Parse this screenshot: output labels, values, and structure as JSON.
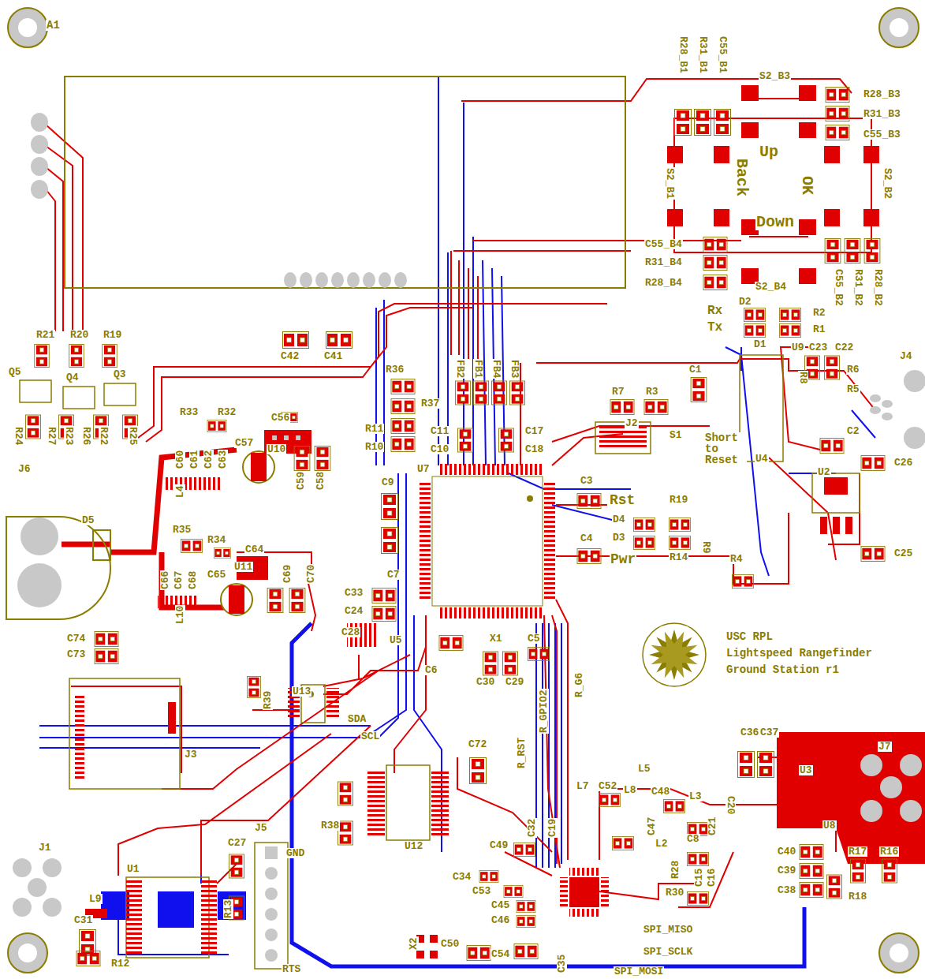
{
  "diagram": {
    "labels": [
      "A1",
      "R28_B1",
      "R31_B1",
      "C55_B1",
      "S2_B3",
      "R28_B3",
      "R31_B3",
      "C55_B3",
      "Up",
      "Back",
      "OK",
      "S2_B1",
      "S2_B2",
      "Down",
      "C55_B4",
      "R31_B4",
      "R28_B4",
      "C55_B2",
      "R31_B2",
      "R28_B2",
      "S2_B4",
      "D2",
      "Rx",
      "Tx",
      "R2",
      "R1",
      "D1",
      "U9",
      "C23",
      "C22",
      "J4",
      "R6",
      "R5",
      "R8",
      "C2",
      "C26",
      "U2",
      "C25",
      "R21",
      "R20",
      "R19",
      "Q5",
      "Q4",
      "Q3",
      "R24",
      "R27",
      "R23",
      "R26",
      "R22",
      "R25",
      "J6",
      "D5",
      "C42",
      "C41",
      "R36",
      "R37",
      "R11",
      "R10",
      "FB2",
      "FB1",
      "FB4",
      "FB3",
      "C11",
      "C10",
      "C17",
      "C18",
      "R7",
      "R3",
      "C1",
      "J2",
      "S1",
      "Short to Reset",
      "U4",
      "Rst",
      "R19",
      "D4",
      "D3",
      "Pwr",
      "R14",
      "R9",
      "R4",
      "U7",
      "C9",
      "C3",
      "C4",
      "C7",
      "C33",
      "C24",
      "C28",
      "U5",
      "C6",
      "X1",
      "C5",
      "C30",
      "C29",
      "R_GPIO2",
      "R_G6",
      "R_RST",
      "C74",
      "C73",
      "U13",
      "R39",
      "SDA",
      "SCL",
      "J3",
      "R38",
      "U12",
      "C72",
      "C27",
      "J5",
      "GND",
      "RTS",
      "J1",
      "L9",
      "U1",
      "C31",
      "R12",
      "R13",
      "C49",
      "C34",
      "C53",
      "C45",
      "C46",
      "X2",
      "C50",
      "C54",
      "C35",
      "SPI_MISO",
      "SPI_SCLK",
      "SPI_MOSI",
      "L5",
      "L7",
      "C52",
      "L8",
      "C48",
      "L3",
      "C20",
      "C47",
      "C21",
      "L2",
      "C8",
      "C15",
      "C16",
      "R28",
      "R30",
      "C36",
      "C37",
      "J7",
      "U3",
      "U8",
      "R17",
      "R16",
      "R18",
      "C40",
      "C39",
      "C38",
      "C32",
      "C19",
      "R33",
      "R32",
      "C56",
      "C60",
      "C61",
      "C62",
      "C63",
      "C57",
      "U10",
      "L4",
      "C59",
      "C58",
      "R35",
      "R34",
      "C64",
      "C65",
      "C66",
      "C67",
      "C68",
      "U11",
      "C69",
      "C70",
      "L10",
      "USC RPL",
      "Lightspeed Rangefinder",
      "Ground Station r1"
    ]
  }
}
